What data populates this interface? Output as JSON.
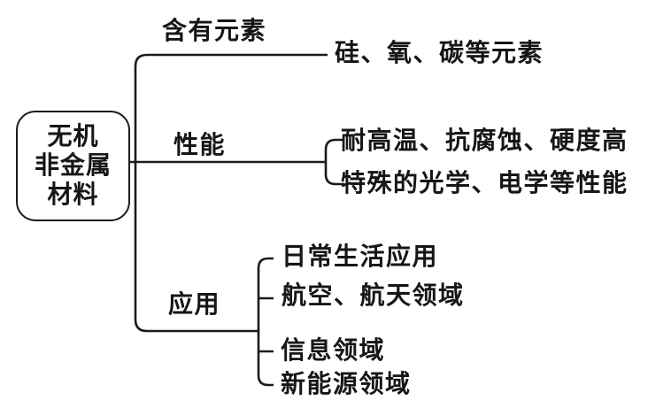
{
  "colors": {
    "background": "#ffffff",
    "line": "#1b1b1b",
    "text": "#161616"
  },
  "root": {
    "lines": [
      "无机",
      "非金属",
      "材料"
    ]
  },
  "branches": [
    {
      "id": "elements",
      "label": "含有元素",
      "items": [
        "硅、氧、碳等元素"
      ]
    },
    {
      "id": "properties",
      "label": "性能",
      "items": [
        "耐高温、抗腐蚀、硬度高",
        "特殊的光学、电学等性能"
      ]
    },
    {
      "id": "applications",
      "label": "应用",
      "items": [
        "日常生活应用",
        "航空、航天领域",
        "信息领域",
        "新能源领域"
      ]
    }
  ]
}
